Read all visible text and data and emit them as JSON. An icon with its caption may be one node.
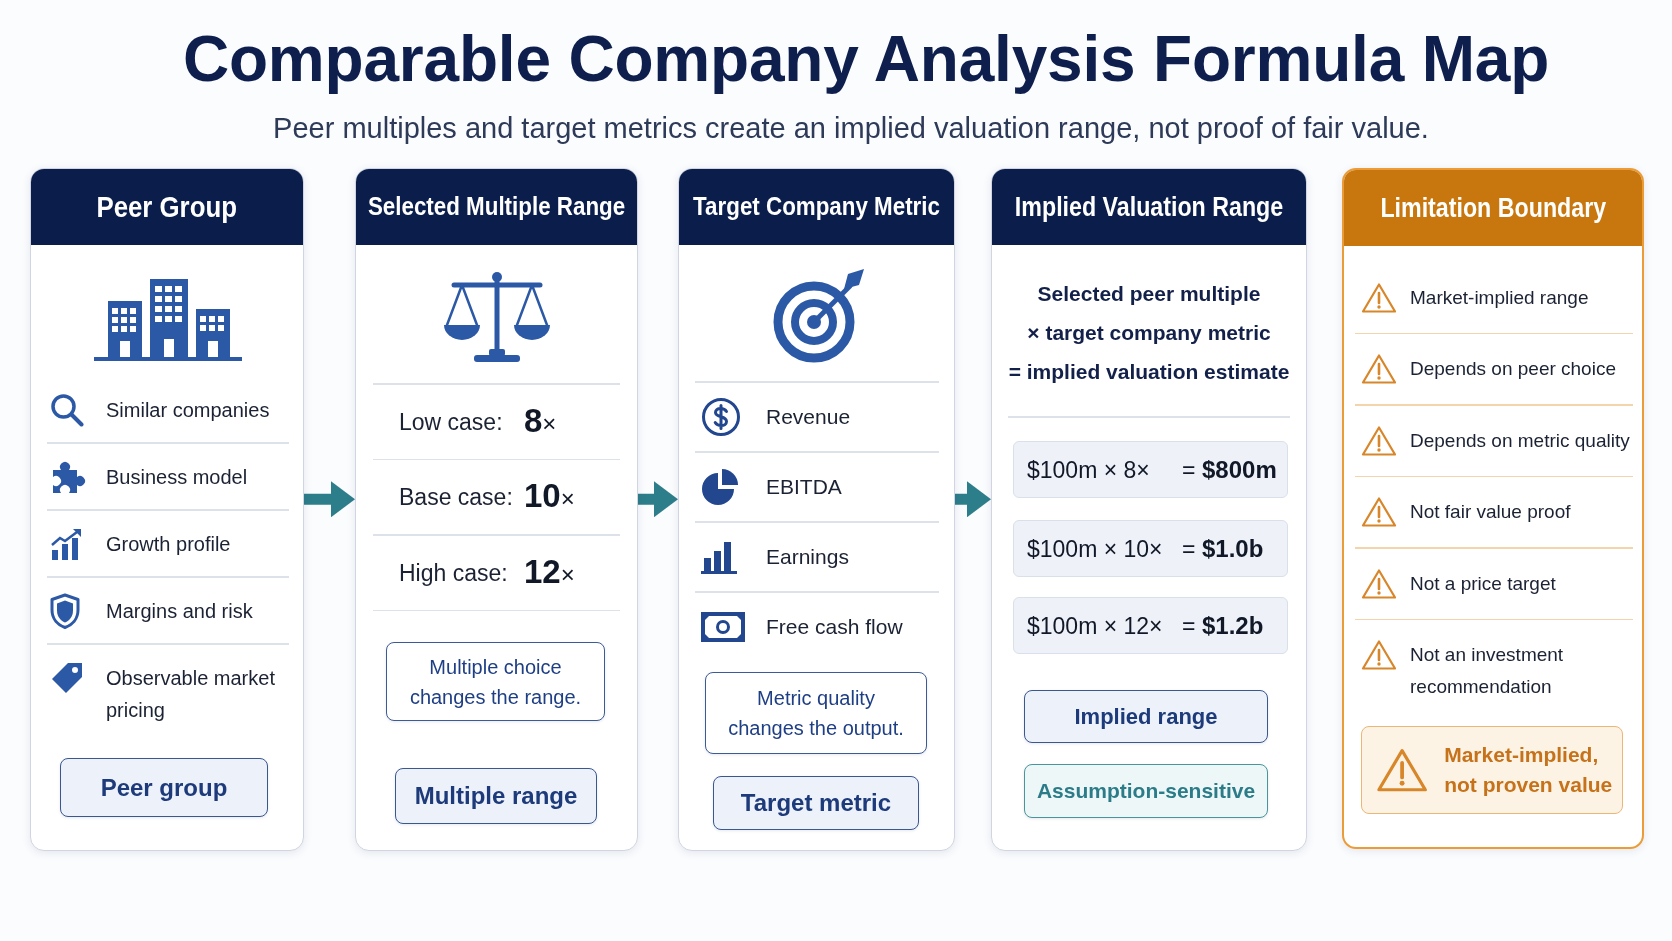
{
  "diagram": {
    "title": "Comparable Company Analysis Formula Map",
    "caption": "Peer multiples and target metrics create an implied valuation range, not proof of fair value.",
    "nodes": [
      {
        "text": [
          "Peer Group",
          "Similar companies",
          "Business model",
          "Growth profile",
          "Margins and risk",
          "Observable market pricing"
        ]
      },
      {
        "text": [
          "Peer group"
        ],
        "in": 0
      },
      {
        "text": [
          "Selected Multiple Range",
          "Low case:",
          "**8**×",
          "Base case:",
          "**10**×",
          "High case:",
          "**12**×"
        ]
      },
      {
        "text": [
          "Multiple choice changes the range."
        ],
        "in": 2
      },
      {
        "text": [
          "Multiple range"
        ],
        "in": 2
      },
      {
        "text": [
          "Target Company Metric",
          "Revenue",
          "EBITDA",
          "Earnings",
          "Free cash flow"
        ]
      },
      {
        "text": [
          "Metric quality changes the output."
        ],
        "in": 5
      },
      {
        "text": [
          "Target metric"
        ],
        "in": 5
      },
      {
        "text": [
          "Implied Valuation Range",
          "Selected peer multiple",
          "× target company metric",
          "= implied valuation estimate"
        ]
      },
      {
        "text": [
          "$100m × 8×",
          "=",
          "$800m"
        ],
        "in": 8
      },
      {
        "text": [
          "$100m × 10×",
          "=",
          "$1.0b"
        ],
        "in": 8
      },
      {
        "text": [
          "$100m × 12×",
          "=",
          "$1.2b"
        ],
        "in": 8
      },
      {
        "text": [
          "Implied range"
        ],
        "in": 8
      },
      {
        "text": [
          "Assumption-sensitive"
        ],
        "in": 8
      },
      {
        "text": [
          "Limitation Boundary",
          "Market-implied range",
          "Depends on peer choice",
          "Depends on metric quality",
          "Not fair value proof",
          "Not a price target",
          "Not an investment recommendation"
        ]
      },
      {
        "text": [
          "Market-implied, not proven value"
        ],
        "in": 14
      }
    ],
    "edges": [
      {
        "from": 0,
        "to": 2,
        "arrow": "to"
      },
      {
        "from": 2,
        "to": 5,
        "arrow": "to"
      },
      {
        "from": 5,
        "to": 8,
        "arrow": "to"
      }
    ]
  }
}
